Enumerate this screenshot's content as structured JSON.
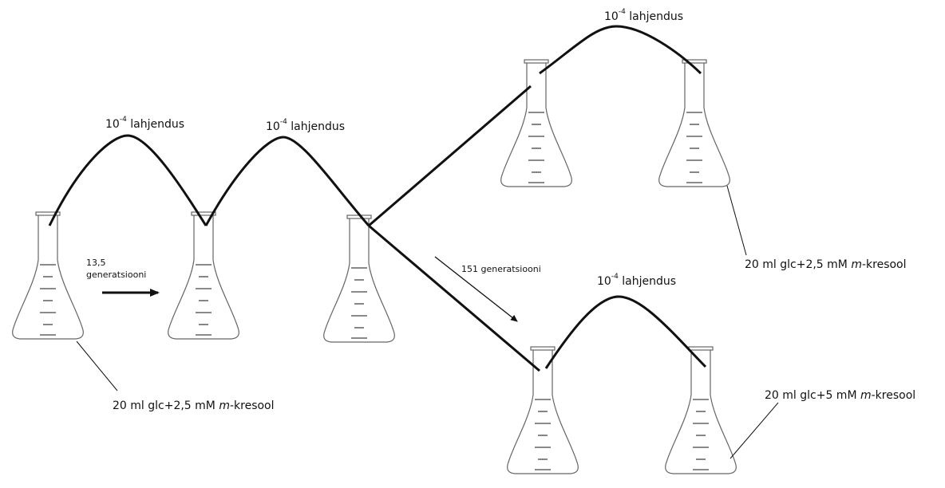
{
  "dilution": {
    "base": "10",
    "exponent": "-4",
    "word": "lahjendus"
  },
  "generations": {
    "first_number": "13,5",
    "first_word": "generatsiooni",
    "second": "151 generatsiooni"
  },
  "media": {
    "start": {
      "prefix": "20 ml glc+2,5 mM ",
      "italic": "m",
      "suffix": "-kresool"
    },
    "upper": {
      "prefix": "20 ml glc+2,5 mM ",
      "italic": "m",
      "suffix": "-kresool"
    },
    "lower": {
      "prefix": "20 ml glc+5 mM ",
      "italic": "m",
      "suffix": "-kresool"
    }
  },
  "colors": {
    "ink": "#111111",
    "flask_outline": "#555555",
    "graduation": "#444444"
  },
  "icons": {
    "flask": "erlenmeyer-flask-icon",
    "arrow": "arrow-icon"
  }
}
